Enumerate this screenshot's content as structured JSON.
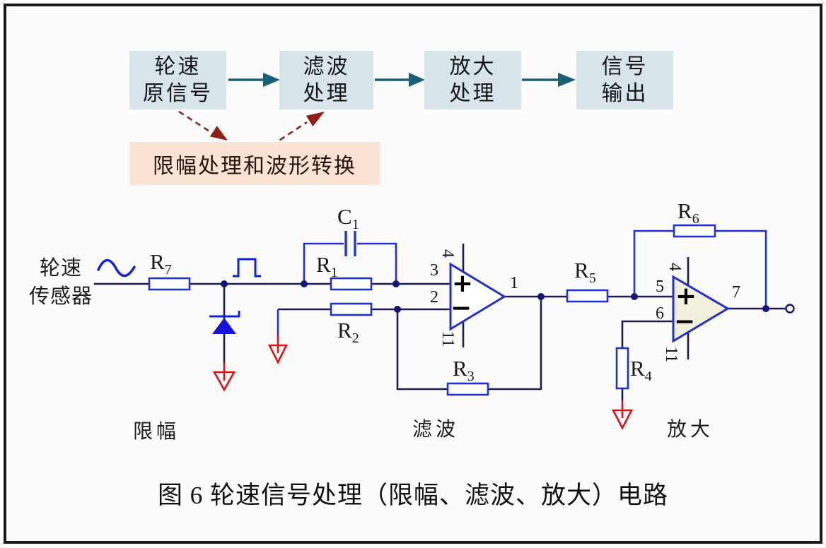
{
  "colors": {
    "flow_box_fill": "#d7e5eb",
    "note_box_fill": "#fbe3d4",
    "flow_arrow_teal": "#1b5f74",
    "dashed_arrow_red": "#8e2218",
    "wire_dark": "#1b1b55",
    "component_blue": "#2233cc",
    "symbol_blue": "#1122dd",
    "diode_fill": "#1414dd",
    "ground_red": "#e01010",
    "opamp2_fill": "#f2efdc"
  },
  "flow": {
    "boxes": [
      {
        "line1": "轮速",
        "line2": "原信号"
      },
      {
        "line1": "滤波",
        "line2": "处理"
      },
      {
        "line1": "放大",
        "line2": "处理"
      },
      {
        "line1": "信号",
        "line2": "输出"
      }
    ],
    "note": "限幅处理和波形转换"
  },
  "circuit": {
    "source": {
      "line1": "轮速",
      "line2": "传感器"
    },
    "labels": {
      "r7": {
        "base": "R",
        "sub": "7"
      },
      "c1": {
        "base": "C",
        "sub": "1"
      },
      "r1": {
        "base": "R",
        "sub": "1"
      },
      "r2": {
        "base": "R",
        "sub": "2"
      },
      "r3": {
        "base": "R",
        "sub": "3"
      },
      "r4": {
        "base": "R",
        "sub": "4"
      },
      "r5": {
        "base": "R",
        "sub": "5"
      },
      "r6": {
        "base": "R",
        "sub": "6"
      }
    },
    "opamp1": {
      "pin_plus": "3",
      "pin_minus": "2",
      "pin_out": "1",
      "pin_top": "4",
      "pin_bottom": "11",
      "plus": "+",
      "minus": "−"
    },
    "opamp2": {
      "pin_plus": "5",
      "pin_minus": "6",
      "pin_out": "7",
      "pin_top": "4",
      "pin_bottom": "11",
      "plus": "+",
      "minus": "−"
    },
    "sections": {
      "limit": "限幅",
      "filter": "滤波",
      "amplify": "放大"
    }
  },
  "caption": "图 6 轮速信号处理（限幅、滤波、放大）电路"
}
